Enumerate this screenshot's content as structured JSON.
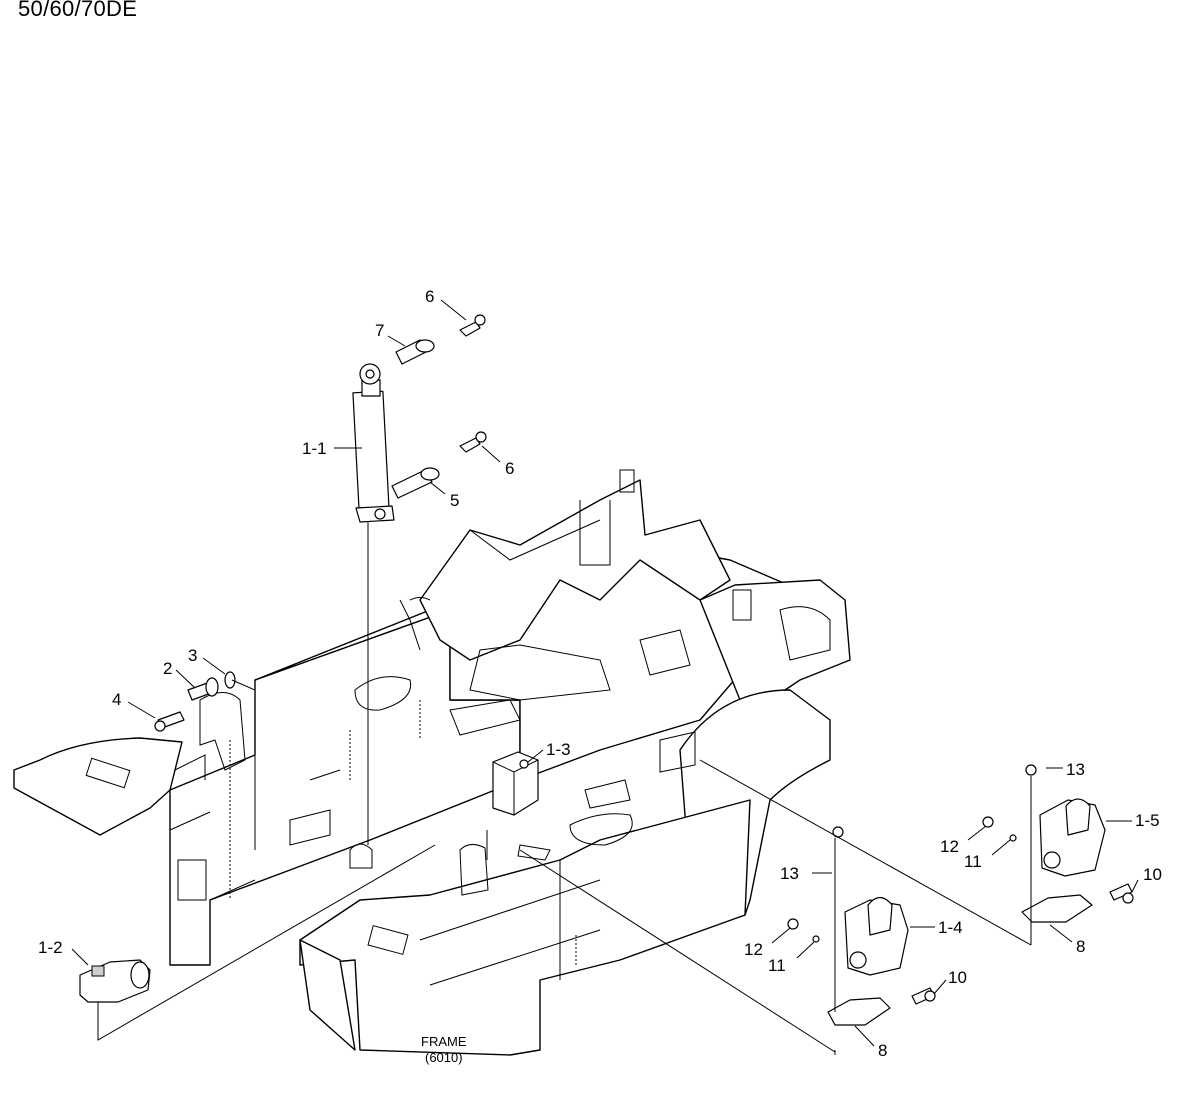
{
  "header": {
    "model_title": "50/60/70DE"
  },
  "frame": {
    "name": "FRAME",
    "ref": "(6010)"
  },
  "callouts": {
    "c1_1": "1-1",
    "c1_2": "1-2",
    "c1_3": "1-3",
    "c1_4": "1-4",
    "c1_5": "1-5",
    "c2": "2",
    "c3": "3",
    "c4": "4",
    "c5": "5",
    "c6_top": "6",
    "c6_mid": "6",
    "c7": "7",
    "c8_a": "8",
    "c8_b": "8",
    "c10_a": "10",
    "c10_b": "10",
    "c11_a": "11",
    "c11_b": "11",
    "c12_a": "12",
    "c12_b": "12",
    "c13_a": "13",
    "c13_b": "13"
  }
}
